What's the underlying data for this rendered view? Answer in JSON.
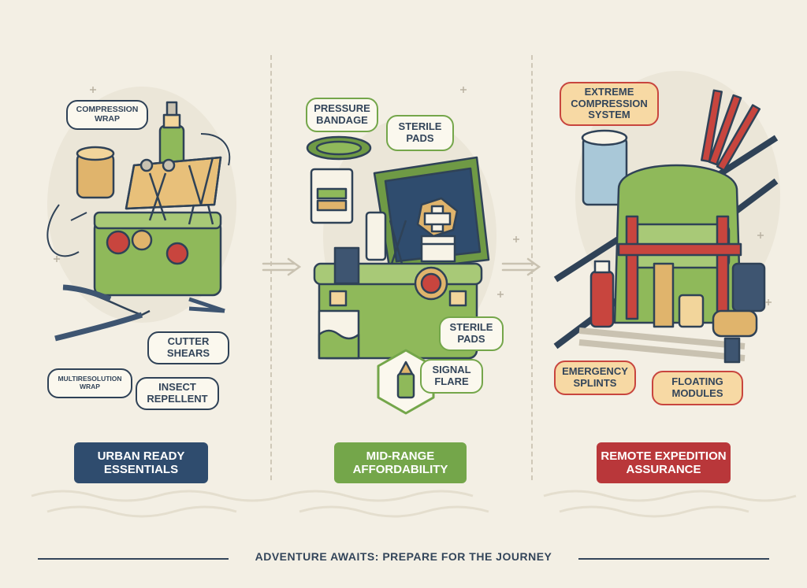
{
  "panels": {
    "urban": {
      "badge": "URBAN READY\nESSENTIALS",
      "labels": {
        "compression_wrap": "COMPRESSION\nWRAP",
        "cutter_shears": "CUTTER\nSHEARS",
        "multiresolution_wrap": "MULTIRESOLUTION\nWRAP",
        "insect_repellent": "INSECT\nREPELLENT"
      }
    },
    "mid": {
      "badge": "MID-RANGE\nAFFORDABILITY",
      "labels": {
        "pressure_bandage": "PRESSURE\nBANDAGE",
        "sterile_pads_top": "STERILE\nPADS",
        "sterile_pads_bottom": "STERILE\nPADS",
        "signal_flare": "SIGNAL\nFLARE"
      }
    },
    "remote": {
      "badge": "REMOTE EXPEDITION\nASSURANCE",
      "labels": {
        "extreme_compression": "EXTREME\nCOMPRESSION\nSYSTEM",
        "emergency_splints": "EMERGENCY\nSPLINTS",
        "floating_modules": "FLOATING\nMODULES"
      }
    }
  },
  "footer": {
    "text": "ADVENTURE AWAITS: PREPARE FOR THE JOURNEY"
  },
  "colors": {
    "navy": "#2f4c6e",
    "green": "#74a64a",
    "red": "#b9373a",
    "background": "#f3efe4",
    "sand": "#f7d9a4"
  }
}
